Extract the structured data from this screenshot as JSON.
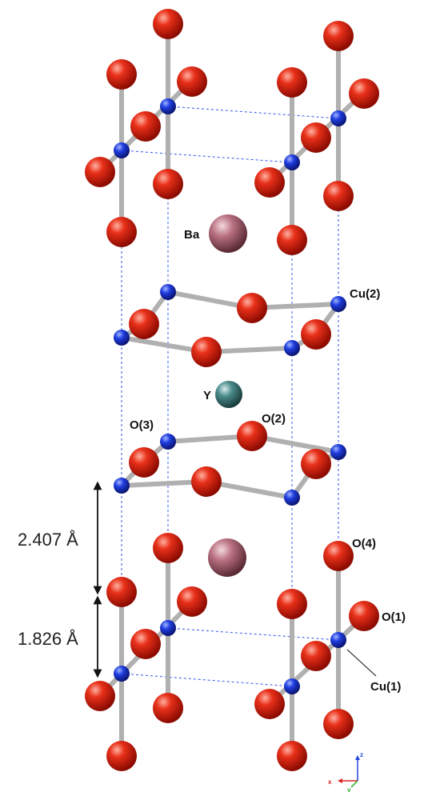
{
  "labels": {
    "ba": "Ba",
    "cu2": "Cu(2)",
    "y": "Y",
    "o3": "O(3)",
    "o2": "O(2)",
    "o4": "O(4)",
    "o1": "O(1)",
    "cu1": "Cu(1)"
  },
  "dimensions": {
    "upper": "2.407 Å",
    "lower": "1.826 Å"
  },
  "axes": {
    "z": "z",
    "x": "x",
    "y": "y"
  },
  "colors": {
    "oxygen": "#e02010",
    "copper": "#1f2fd0",
    "barium": "#c07a88",
    "yttrium": "#3e7f7f",
    "bond": "#b4b4b4",
    "cell_edge": "#3355ee"
  }
}
